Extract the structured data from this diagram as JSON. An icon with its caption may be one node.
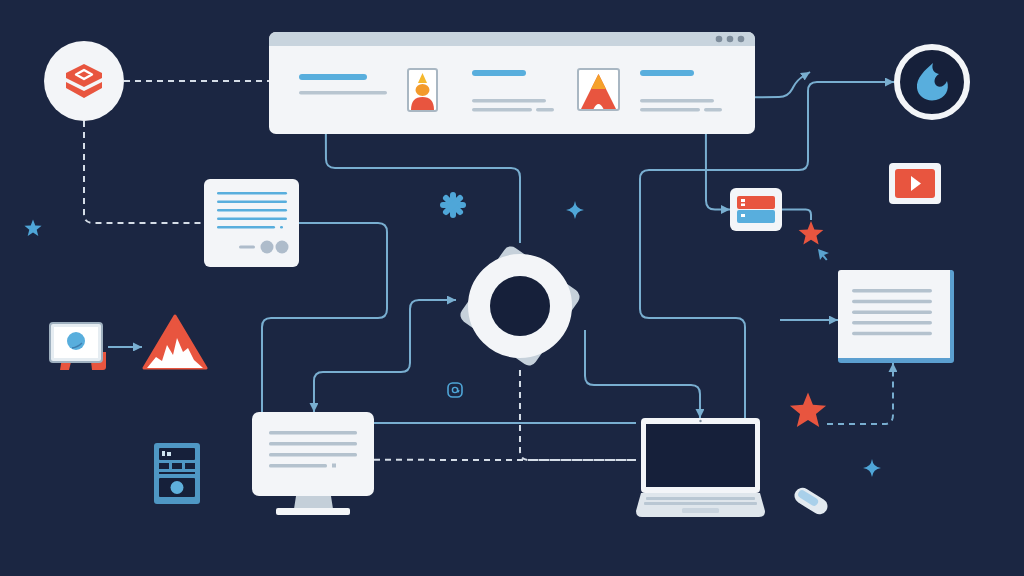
{
  "diagram": {
    "nodes": [
      {
        "text": [],
        "shape": "circle"
      },
      {
        "text": [],
        "shape": "window"
      },
      {
        "text": [],
        "shape": "circle"
      },
      {
        "text": [],
        "shape": "box"
      },
      {
        "text": [],
        "shape": "box"
      },
      {
        "text": [],
        "shape": "star"
      },
      {
        "text": [],
        "shape": "ring"
      },
      {
        "text": [],
        "shape": "box"
      },
      {
        "text": [],
        "shape": "screen"
      },
      {
        "text": [],
        "shape": "triangle"
      },
      {
        "text": [],
        "shape": "star"
      },
      {
        "text": [],
        "shape": "monitor"
      },
      {
        "text": [],
        "shape": "laptop"
      }
    ],
    "edges": [
      {
        "from": 0,
        "to": 1,
        "arrow": "none",
        "style": "dashed",
        "color": "#d5dde7"
      },
      {
        "from": 0,
        "to": 3,
        "arrow": "none",
        "style": "dashed",
        "color": "#d5dde7"
      },
      {
        "from": 1,
        "to": 6,
        "arrow": "none"
      },
      {
        "from": 1,
        "to": null,
        "arrow": "to"
      },
      {
        "from": 1,
        "to": 4,
        "arrow": "to"
      },
      {
        "from": 4,
        "to": 5,
        "arrow": "none"
      },
      {
        "from": 3,
        "to": 11,
        "arrow": "none"
      },
      {
        "from": 6,
        "to": 11,
        "arrow": "both"
      },
      {
        "from": 12,
        "to": 2,
        "arrow": "to"
      },
      {
        "from": null,
        "to": 7,
        "arrow": "to"
      },
      {
        "from": 8,
        "to": 9,
        "arrow": "to"
      },
      {
        "from": 6,
        "to": 12,
        "arrow": "to"
      },
      {
        "from": 10,
        "to": 7,
        "arrow": "to",
        "style": "dashed"
      },
      {
        "from": 11,
        "to": 12,
        "arrow": "none"
      },
      {
        "from": 11,
        "to": 12,
        "arrow": "none",
        "style": "dashed",
        "color": "#d5dde7"
      },
      {
        "from": 6,
        "to": 12,
        "arrow": "none",
        "style": "dashed",
        "color": "#d5dde7"
      }
    ]
  }
}
